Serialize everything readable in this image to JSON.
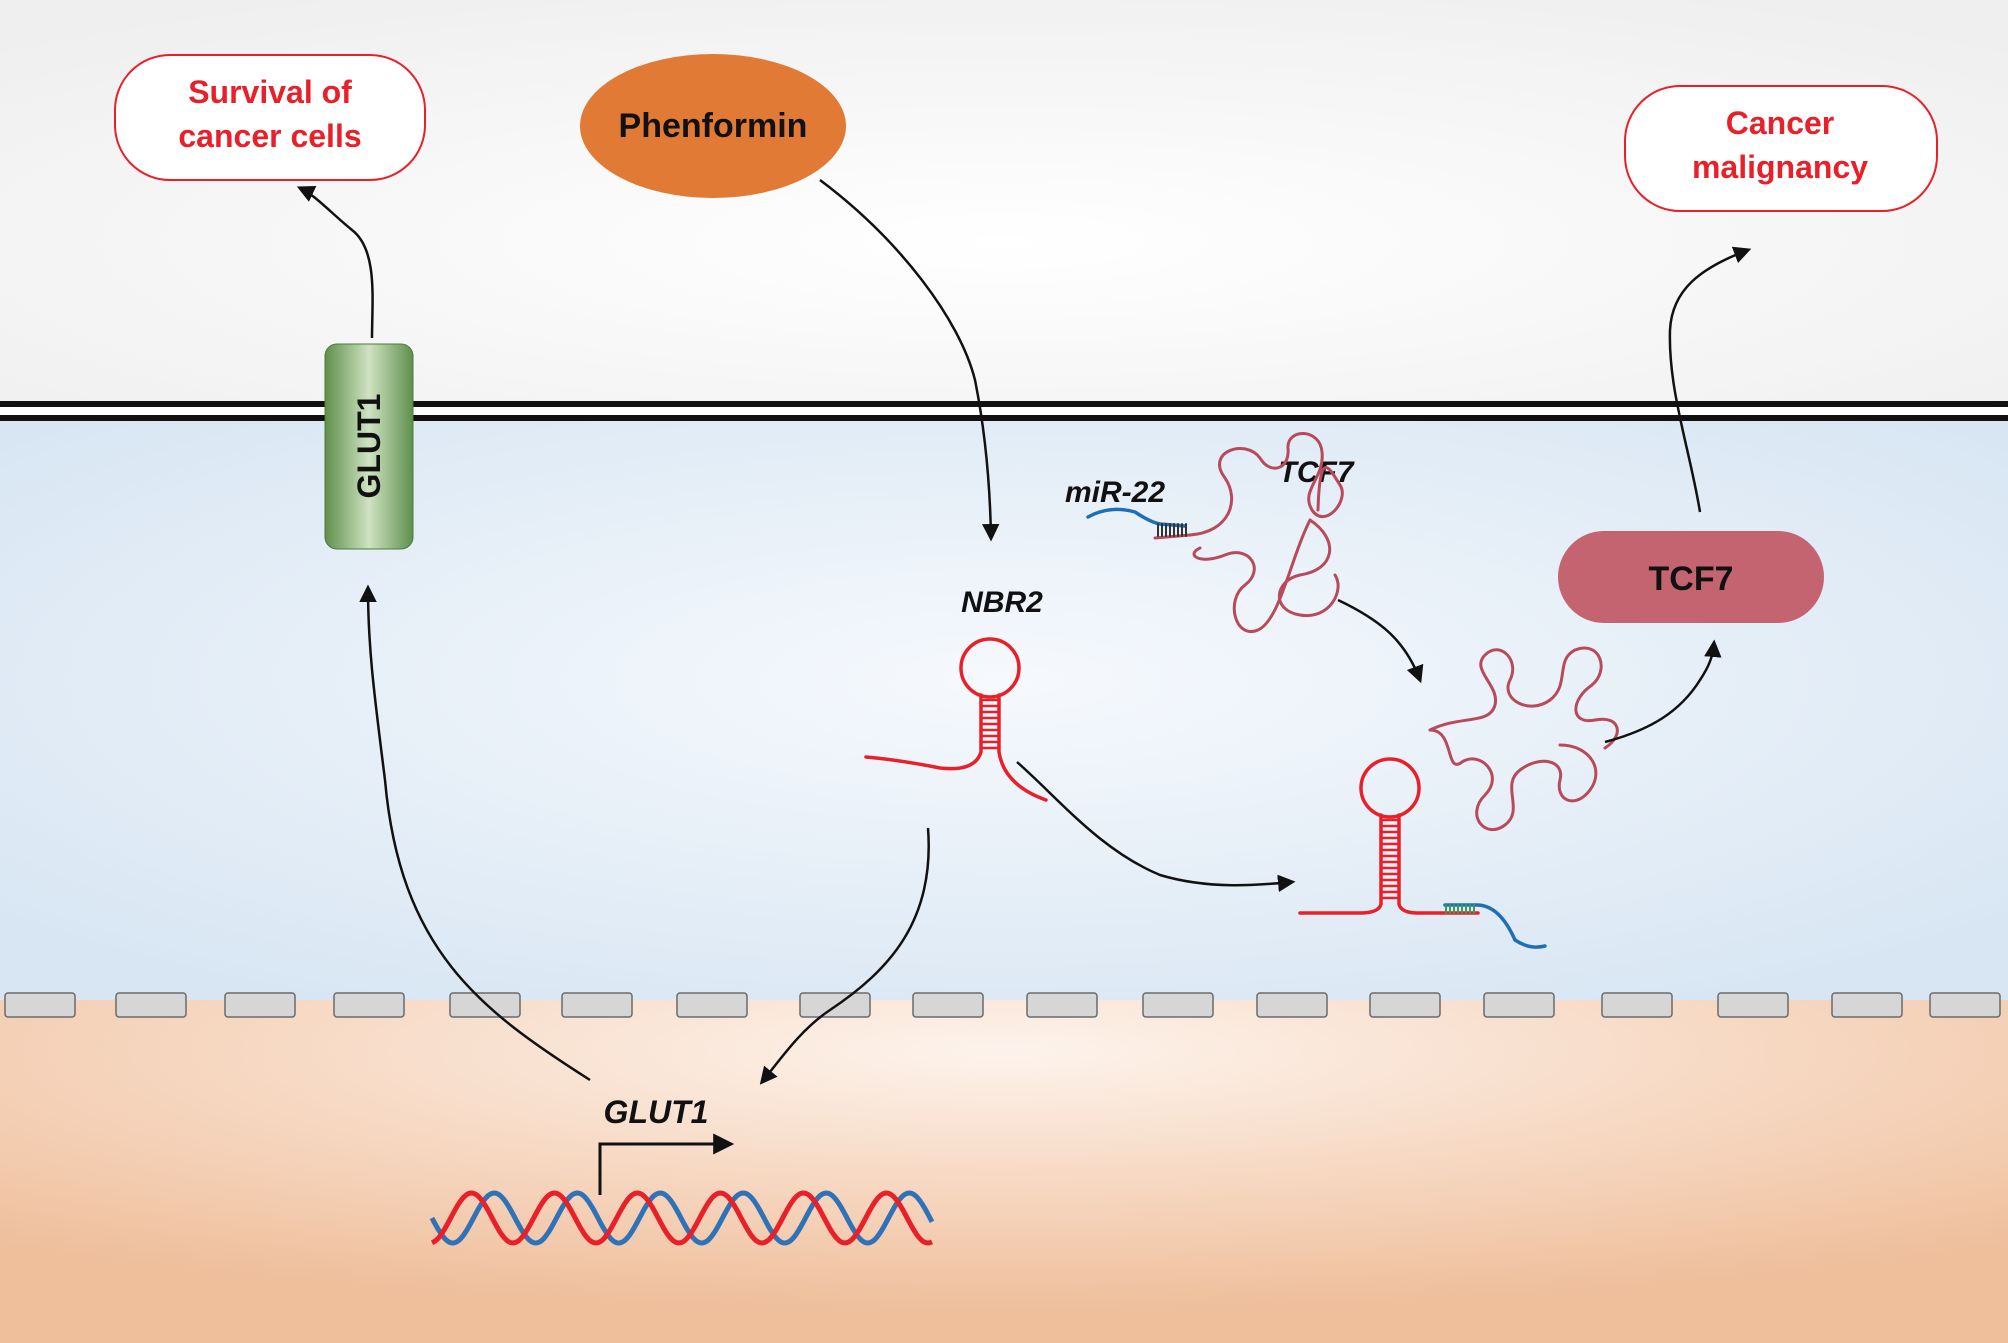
{
  "outcomes": {
    "survival": {
      "line1": "Survival of",
      "line2": "cancer cells"
    },
    "malignancy": {
      "line1": "Cancer",
      "line2": "malignancy"
    }
  },
  "drug": {
    "label": "Phenformin"
  },
  "proteins": {
    "glut1": "GLUT1",
    "tcf7": "TCF7"
  },
  "rna": {
    "nbr2": "NBR2",
    "mir22": "miR-22",
    "tcf7_mrna": "TCF7"
  },
  "gene": {
    "glut1": "GLUT1"
  },
  "colors": {
    "extracellular": "#f3f3f3",
    "cytoplasm": "#dbe8f4",
    "nucleus": "#f2c7a8",
    "outcome_text": "#e8202a",
    "phenformin": "#e07a35",
    "glut1_protein": "#86b070",
    "tcf7_protein": "#c46470",
    "nbr2_rna": "#e8202a",
    "mir22": "#1f6fb5",
    "tcf7_mrna": "#b84a5a",
    "dna_strand_red": "#e8202a",
    "dna_strand_blue": "#2f72b8"
  }
}
